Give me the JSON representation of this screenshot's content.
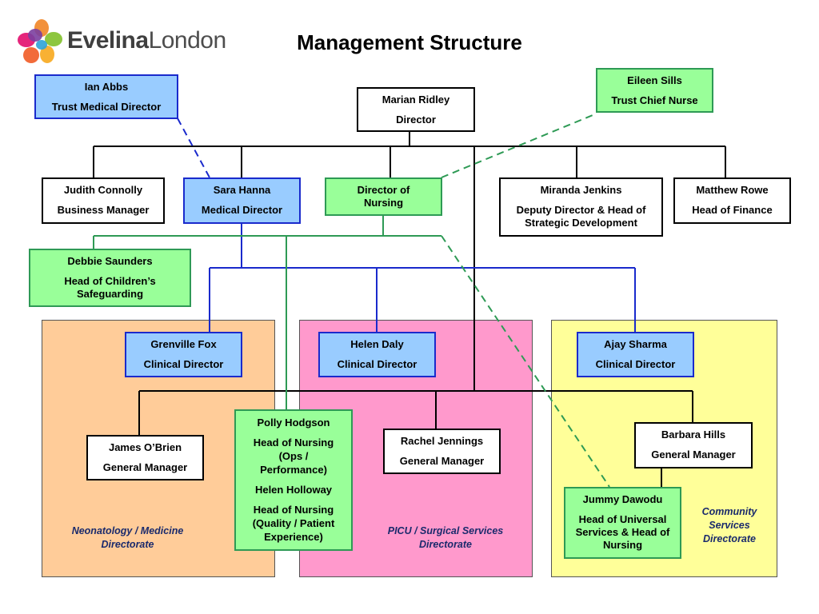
{
  "logo": {
    "brand_bold": "Evelina",
    "brand_light": "London"
  },
  "title": "Management Structure",
  "directorates": {
    "neonatology": "Neonatology / Medicine Directorate",
    "picu": "PICU / Surgical Services Directorate",
    "community": "Community Services Directorate"
  },
  "people": {
    "ian_abbs": {
      "name": "Ian Abbs",
      "role": "Trust Medical Director"
    },
    "marian_ridley": {
      "name": "Marian Ridley",
      "role": "Director"
    },
    "eileen_sills": {
      "name": "Eileen Sills",
      "role": "Trust Chief Nurse"
    },
    "judith_connolly": {
      "name": "Judith Connolly",
      "role": "Business Manager"
    },
    "sara_hanna": {
      "name": "Sara Hanna",
      "role": "Medical Director"
    },
    "director_of_nursing": {
      "name": "Director of Nursing"
    },
    "miranda_jenkins": {
      "name": "Miranda Jenkins",
      "role": "Deputy Director & Head of Strategic Development"
    },
    "matthew_rowe": {
      "name": "Matthew Rowe",
      "role": "Head of Finance"
    },
    "debbie_saunders": {
      "name": "Debbie Saunders",
      "role": "Head of Children’s Safeguarding"
    },
    "grenville_fox": {
      "name": "Grenville Fox",
      "role": "Clinical Director"
    },
    "helen_daly": {
      "name": "Helen Daly",
      "role": "Clinical Director"
    },
    "ajay_sharma": {
      "name": "Ajay Sharma",
      "role": "Clinical Director"
    },
    "james_obrien": {
      "name": "James O’Brien",
      "role": "General Manager"
    },
    "polly_hodgson": {
      "name": "Polly Hodgson",
      "role": "Head of Nursing (Ops / Performance)"
    },
    "helen_holloway": {
      "name": "Helen Holloway",
      "role": "Head of Nursing (Quality / Patient Experience)"
    },
    "rachel_jennings": {
      "name": "Rachel Jennings",
      "role": "General Manager"
    },
    "barbara_hills": {
      "name": "Barbara Hills",
      "role": "General Manager"
    },
    "jummy_dawodu": {
      "name": "Jummy Dawodu",
      "role": "Head of Universal Services & Head of Nursing"
    }
  },
  "colors": {
    "medical_fill": "#99ccff",
    "medical_border": "#1a2acc",
    "nursing_fill": "#99ff99",
    "nursing_border": "#2e9a55",
    "neonatology_region": "#ffcc99",
    "picu_region": "#ff99cc",
    "community_region": "#ffff99"
  }
}
